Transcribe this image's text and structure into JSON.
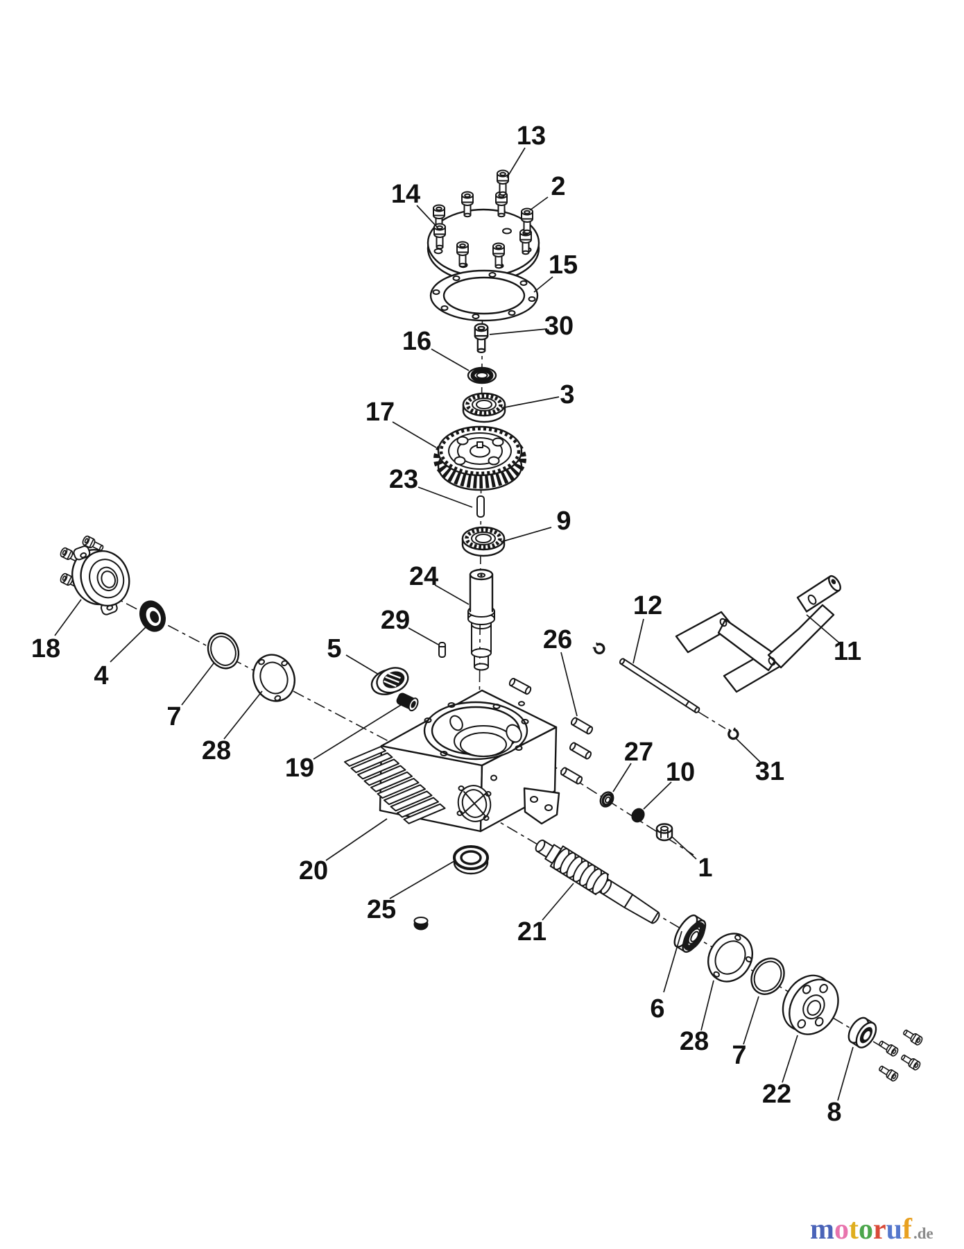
{
  "diagram": {
    "kind": "exploded-parts-diagram",
    "subject": "worm-gear transmission assembly",
    "line_color": "#151515",
    "background": "#ffffff"
  },
  "callouts": [
    {
      "num": "1",
      "part": "nut"
    },
    {
      "num": "2",
      "part": "cap-screw"
    },
    {
      "num": "3",
      "part": "ball-bearing"
    },
    {
      "num": "4",
      "part": "oil-seal"
    },
    {
      "num": "5",
      "part": "threaded-plug"
    },
    {
      "num": "6",
      "part": "bearing"
    },
    {
      "num": "7",
      "part": "o-ring"
    },
    {
      "num": "7",
      "part": "o-ring"
    },
    {
      "num": "8",
      "part": "oil-seal"
    },
    {
      "num": "9",
      "part": "ball-bearing"
    },
    {
      "num": "10",
      "part": "jam-nut"
    },
    {
      "num": "11",
      "part": "shift-fork"
    },
    {
      "num": "12",
      "part": "shift-rod"
    },
    {
      "num": "13",
      "part": "cap-screw"
    },
    {
      "num": "14",
      "part": "cap-screw"
    },
    {
      "num": "15",
      "part": "gasket"
    },
    {
      "num": "16",
      "part": "washer"
    },
    {
      "num": "17",
      "part": "worm-gear"
    },
    {
      "num": "18",
      "part": "bearing-flange"
    },
    {
      "num": "19",
      "part": "plug"
    },
    {
      "num": "20",
      "part": "gearbox-housing"
    },
    {
      "num": "21",
      "part": "worm-shaft"
    },
    {
      "num": "22",
      "part": "bearing-flange"
    },
    {
      "num": "23",
      "part": "key"
    },
    {
      "num": "24",
      "part": "output-shaft"
    },
    {
      "num": "25",
      "part": "oil-seal"
    },
    {
      "num": "26",
      "part": "dowel-pin"
    },
    {
      "num": "27",
      "part": "washer"
    },
    {
      "num": "28",
      "part": "gasket"
    },
    {
      "num": "28",
      "part": "gasket"
    },
    {
      "num": "29",
      "part": "key"
    },
    {
      "num": "30",
      "part": "cap-screw"
    },
    {
      "num": "31",
      "part": "e-ring"
    }
  ],
  "watermark": {
    "letters": [
      {
        "ch": "m",
        "color": "#4a63b8"
      },
      {
        "ch": "o",
        "color": "#e874ad"
      },
      {
        "ch": "t",
        "color": "#dfae1f"
      },
      {
        "ch": "o",
        "color": "#4ca64c"
      },
      {
        "ch": "r",
        "color": "#d94a38"
      },
      {
        "ch": "u",
        "color": "#5577cc"
      },
      {
        "ch": "f",
        "color": "#e8a020"
      }
    ],
    "suffix": ".de",
    "suffix_color": "#8a8a8a"
  }
}
